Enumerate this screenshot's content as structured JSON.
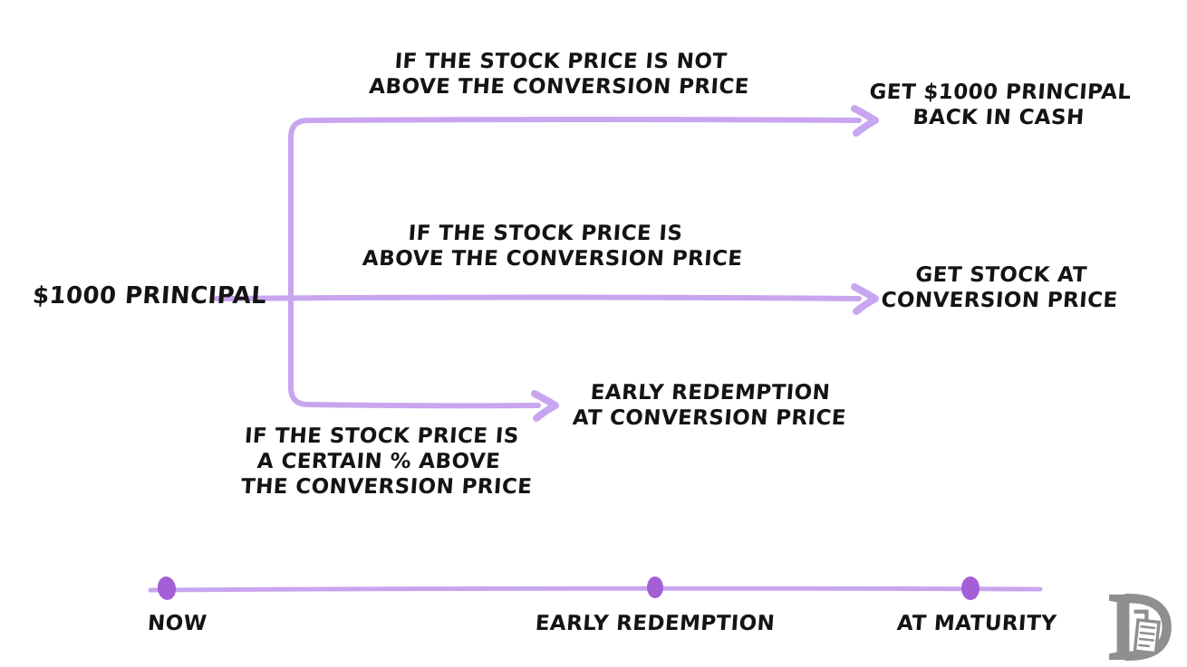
{
  "start": {
    "label": "$1000 PRINCIPAL"
  },
  "branches": [
    {
      "name": "not-above-conversion",
      "condition": [
        "IF THE STOCK PRICE IS NOT",
        "ABOVE THE CONVERSION PRICE"
      ],
      "outcome": [
        "GET $1000 PRINCIPAL",
        "BACK IN CASH"
      ]
    },
    {
      "name": "above-conversion",
      "condition": [
        "IF THE STOCK PRICE IS",
        "ABOVE THE CONVERSION PRICE"
      ],
      "outcome": [
        "GET STOCK AT",
        "CONVERSION PRICE"
      ]
    },
    {
      "name": "certain-percent-above",
      "condition": [
        "IF THE STOCK PRICE IS",
        "A CERTAIN % ABOVE",
        "THE CONVERSION PRICE"
      ],
      "outcome": [
        "EARLY REDEMPTION",
        "AT CONVERSION PRICE"
      ]
    }
  ],
  "timeline": {
    "labels": [
      "NOW",
      "EARLY REDEMPTION",
      "AT MATURITY"
    ]
  },
  "colors": {
    "line": "#c8a6ef",
    "arrow": "#c8a6ef",
    "dot": "#a55ed6",
    "text": "#141414",
    "logo": "#8f8f8f"
  }
}
